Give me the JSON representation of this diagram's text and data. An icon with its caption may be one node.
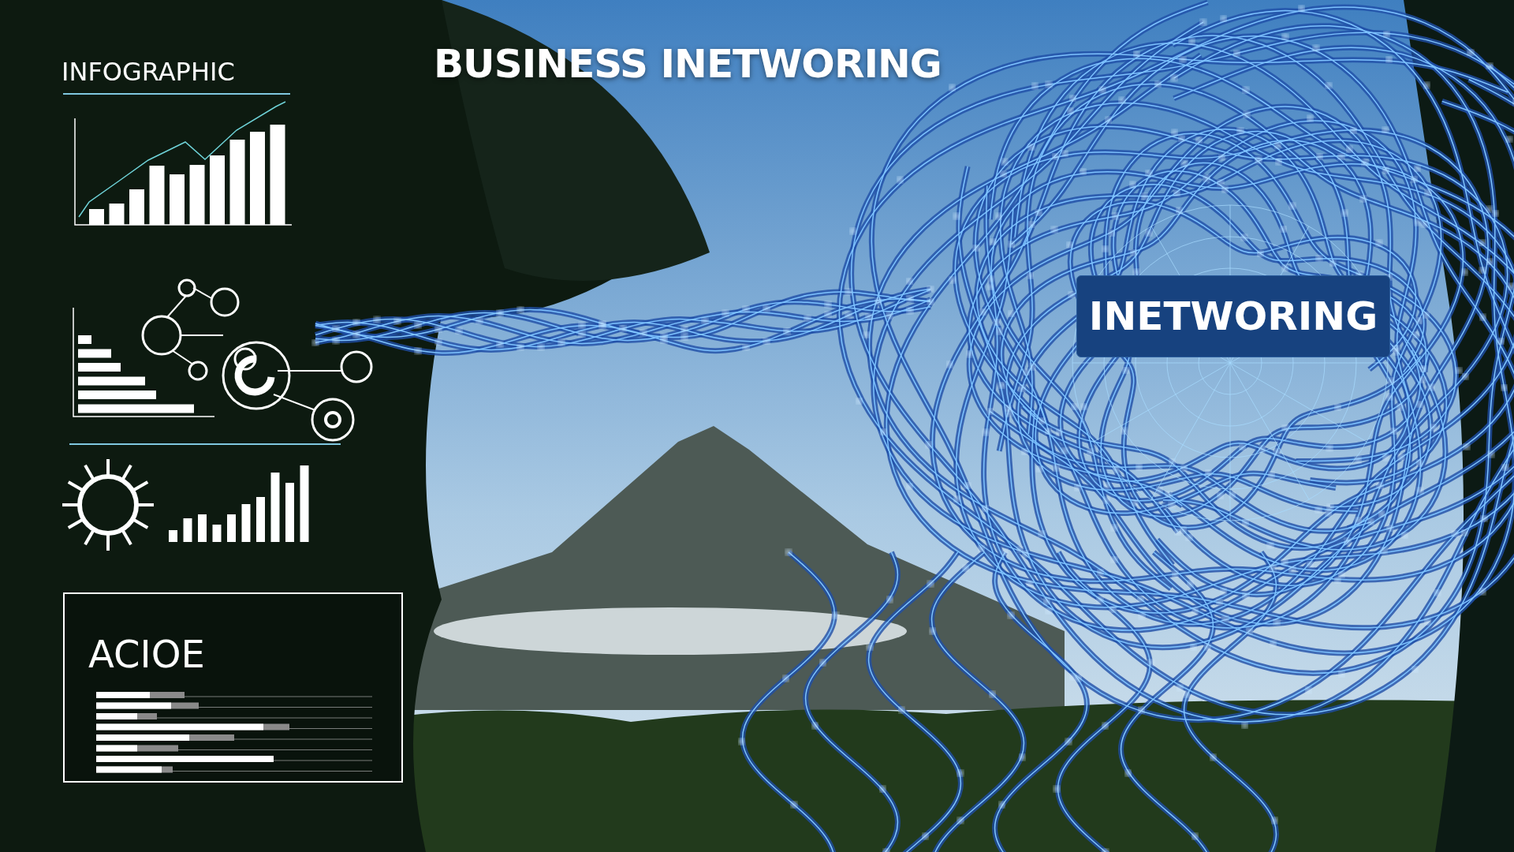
{
  "diagram": {
    "title": "BUSINESS INETWORING",
    "nodes": [
      {
        "text": [
          "ACIOE"
        ]
      },
      {
        "text": [
          "INETWORING"
        ]
      }
    ],
    "labels": [
      "INFOGRAPHIC"
    ]
  }
}
